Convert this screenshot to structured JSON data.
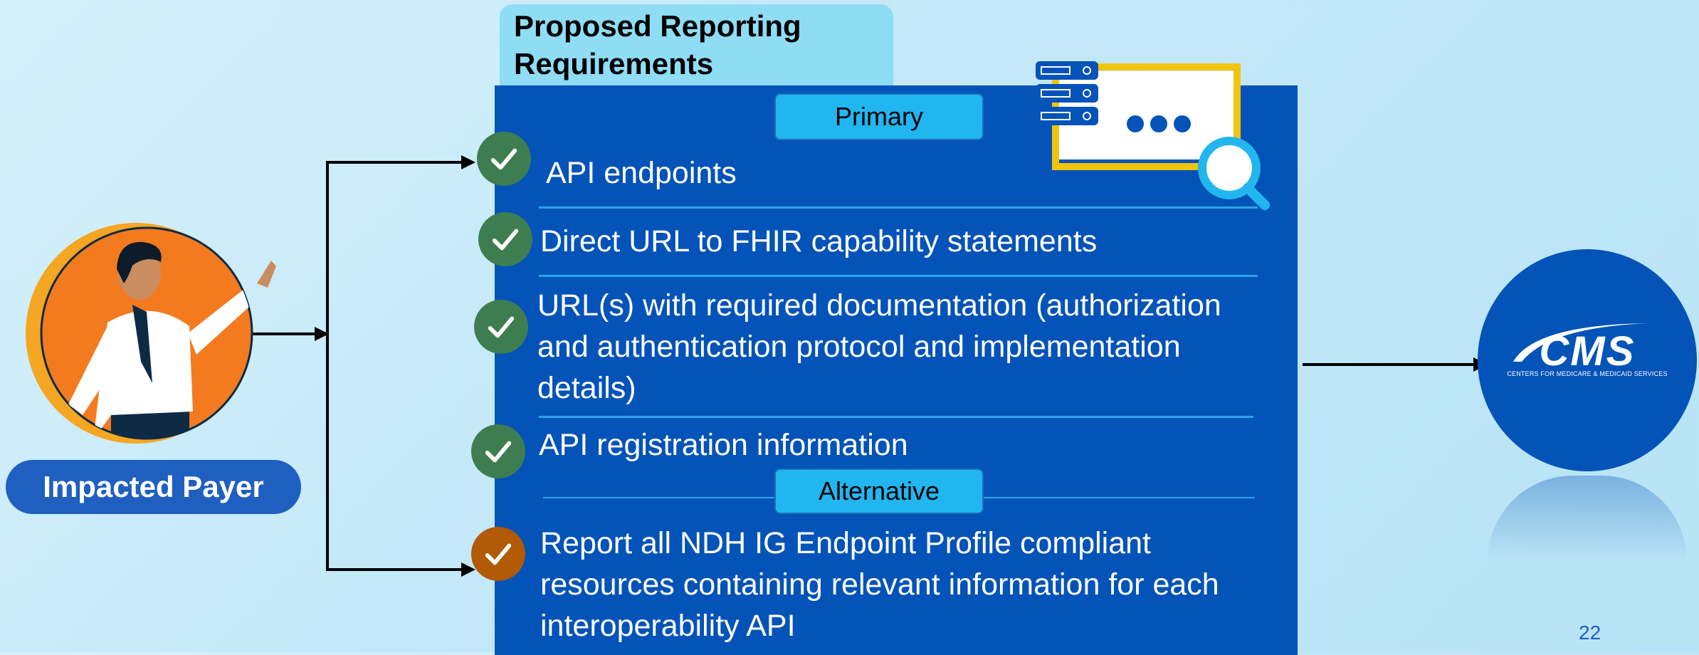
{
  "title": "Proposed Reporting Requirements",
  "labels": {
    "primary": "Primary",
    "alternative": "Alternative"
  },
  "items": [
    "API endpoints",
    "Direct URL to FHIR capability statements",
    "URL(s) with required documentation (authorization and authentication protocol and implementation details)",
    "API registration information"
  ],
  "alternative_item": "Report all NDH IG Endpoint Profile compliant resources containing relevant information for each interoperability API",
  "payer_label": "Impacted Payer",
  "cms": {
    "logo_text": "CMS",
    "subtitle": "CENTERS FOR MEDICARE & MEDICAID SERVICES"
  },
  "page_number": "22",
  "colors": {
    "panel": "#0453b8",
    "pill": "#22b6f0",
    "check_primary": "#3e7d4f",
    "check_alternative": "#b25a05",
    "payer_circle": "#f47a20"
  },
  "icons": [
    "checkmark-icon",
    "server-search-icon",
    "presenter-illustration",
    "cms-logo"
  ]
}
